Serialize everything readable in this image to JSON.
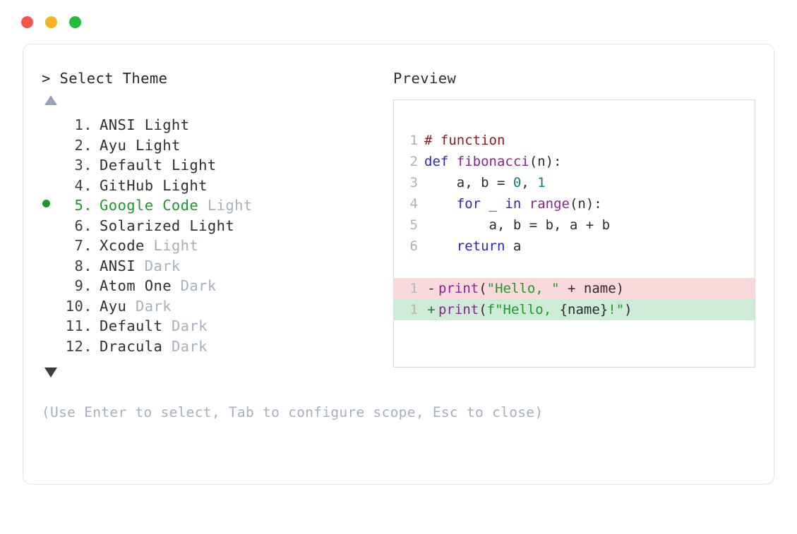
{
  "window": {
    "traffic_lights": [
      {
        "name": "close-dot",
        "color": "#f4564c"
      },
      {
        "name": "minimize-dot",
        "color": "#f5b426"
      },
      {
        "name": "maximize-dot",
        "color": "#20bd36"
      }
    ]
  },
  "selector": {
    "prompt": "> Select Theme",
    "scroll_up_indicator": "▲",
    "scroll_down_indicator": "▼",
    "items": [
      {
        "number": "1.",
        "name": "ANSI",
        "variant": "Light",
        "selected": false,
        "variant_muted": false,
        "bullet": ""
      },
      {
        "number": "2.",
        "name": "Ayu",
        "variant": "Light",
        "selected": false,
        "variant_muted": false,
        "bullet": ""
      },
      {
        "number": "3.",
        "name": "Default",
        "variant": "Light",
        "selected": false,
        "variant_muted": false,
        "bullet": ""
      },
      {
        "number": "4.",
        "name": "GitHub",
        "variant": "Light",
        "selected": false,
        "variant_muted": false,
        "bullet": ""
      },
      {
        "number": "5.",
        "name": "Google Code",
        "variant": "Light",
        "selected": true,
        "variant_muted": true,
        "bullet": "●"
      },
      {
        "number": "6.",
        "name": "Solarized",
        "variant": "Light",
        "selected": false,
        "variant_muted": false,
        "bullet": ""
      },
      {
        "number": "7.",
        "name": "Xcode",
        "variant": "Light",
        "selected": false,
        "variant_muted": true,
        "bullet": ""
      },
      {
        "number": "8.",
        "name": "ANSI",
        "variant": "Dark",
        "selected": false,
        "variant_muted": true,
        "bullet": ""
      },
      {
        "number": "9.",
        "name": "Atom One",
        "variant": "Dark",
        "selected": false,
        "variant_muted": true,
        "bullet": ""
      },
      {
        "number": "10.",
        "name": "Ayu",
        "variant": "Dark",
        "selected": false,
        "variant_muted": true,
        "bullet": ""
      },
      {
        "number": "11.",
        "name": "Default",
        "variant": "Dark",
        "selected": false,
        "variant_muted": true,
        "bullet": ""
      },
      {
        "number": "12.",
        "name": "Dracula",
        "variant": "Dark",
        "selected": false,
        "variant_muted": true,
        "bullet": ""
      }
    ],
    "hint": "(Use Enter to select, Tab to configure scope, Esc to close)"
  },
  "preview": {
    "label": "Preview",
    "code_lines": [
      {
        "ln": "1",
        "tokens": [
          {
            "t": "# function",
            "c": "tok-comment"
          }
        ]
      },
      {
        "ln": "2",
        "tokens": [
          {
            "t": "def ",
            "c": "tok-keyword"
          },
          {
            "t": "fibonacci",
            "c": "tok-func"
          },
          {
            "t": "(n):",
            "c": "tok-plain"
          }
        ]
      },
      {
        "ln": "3",
        "tokens": [
          {
            "t": "    a, b = ",
            "c": "tok-plain"
          },
          {
            "t": "0",
            "c": "tok-number"
          },
          {
            "t": ", ",
            "c": "tok-plain"
          },
          {
            "t": "1",
            "c": "tok-number"
          }
        ]
      },
      {
        "ln": "4",
        "tokens": [
          {
            "t": "    ",
            "c": "tok-plain"
          },
          {
            "t": "for",
            "c": "tok-keyword"
          },
          {
            "t": " _ ",
            "c": "tok-plain"
          },
          {
            "t": "in",
            "c": "tok-keyword"
          },
          {
            "t": " ",
            "c": "tok-plain"
          },
          {
            "t": "range",
            "c": "tok-builtin"
          },
          {
            "t": "(n):",
            "c": "tok-plain"
          }
        ]
      },
      {
        "ln": "5",
        "tokens": [
          {
            "t": "        a, b = b, a + b",
            "c": "tok-plain"
          }
        ]
      },
      {
        "ln": "6",
        "tokens": [
          {
            "t": "    ",
            "c": "tok-plain"
          },
          {
            "t": "return",
            "c": "tok-keyword"
          },
          {
            "t": " a",
            "c": "tok-plain"
          }
        ]
      }
    ],
    "diff_lines": [
      {
        "ln": "1",
        "mark": "-",
        "kind": "del",
        "tokens": [
          {
            "t": "print",
            "c": "tok-func"
          },
          {
            "t": "(",
            "c": "tok-plain"
          },
          {
            "t": "\"Hello, \"",
            "c": "tok-string"
          },
          {
            "t": " + name)",
            "c": "tok-plain"
          }
        ]
      },
      {
        "ln": "1",
        "mark": "+",
        "kind": "add",
        "tokens": [
          {
            "t": "print",
            "c": "tok-func"
          },
          {
            "t": "(",
            "c": "tok-plain"
          },
          {
            "t": "f\"Hello, ",
            "c": "tok-string"
          },
          {
            "t": "{name}",
            "c": "tok-plain"
          },
          {
            "t": "!\"",
            "c": "tok-string"
          },
          {
            "t": ")",
            "c": "tok-plain"
          }
        ]
      }
    ]
  },
  "colors": {
    "accent_green": "#1b9a2a",
    "muted_text": "#a7b0c0",
    "diff_removed_bg": "#fad9dc",
    "diff_added_bg": "#cdebd6",
    "border": "#e2e4e9"
  }
}
